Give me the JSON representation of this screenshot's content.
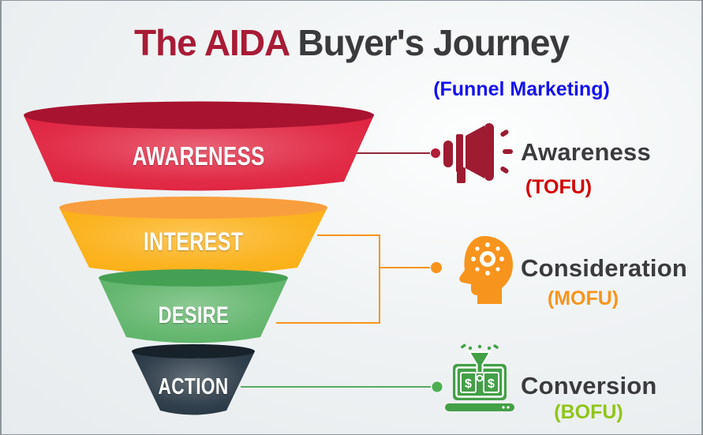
{
  "title": {
    "text_accent": "The AIDA",
    "text_rest": " Buyer's Journey",
    "accent_color": "#a81b35",
    "rest_color": "#3a3a3c",
    "subtitle": "(Funnel Marketing)",
    "subtitle_color": "#1412ee"
  },
  "funnel": {
    "stages": [
      {
        "label": "AWARENESS",
        "body_color": "#e0233f",
        "top_color": "#a81330"
      },
      {
        "label": "INTEREST",
        "body_color": "#fbb016",
        "top_color": "#f99e3e"
      },
      {
        "label": "DESIRE",
        "body_color": "#5fb46a",
        "top_color": "#46a054"
      },
      {
        "label": "ACTION",
        "body_color": "#273744",
        "top_color": "#17222a"
      }
    ]
  },
  "legend": {
    "label_color": "#3b3b3d",
    "rows": [
      {
        "label": "Awareness",
        "tag": "(TOFU)",
        "tag_color": "#d40000",
        "icon": "megaphone-icon",
        "icon_color": "#9e1b32",
        "line_color": "#8f2738",
        "dot_color": "#b11f38"
      },
      {
        "label": "Consideration",
        "tag": "(MOFU)",
        "tag_color": "#f7941d",
        "icon": "head-idea-icon",
        "icon_color": "#f7941d",
        "line_color": "#f7941d",
        "dot_color": "#f7941d"
      },
      {
        "label": "Conversion",
        "tag": "(BOFU)",
        "tag_color": "#8ec51a",
        "icon": "conversion-laptop-icon",
        "icon_color": "#43a047",
        "line_color": "#5aab63",
        "dot_color": "#4caf50",
        "icon_dollar": "$"
      }
    ]
  }
}
